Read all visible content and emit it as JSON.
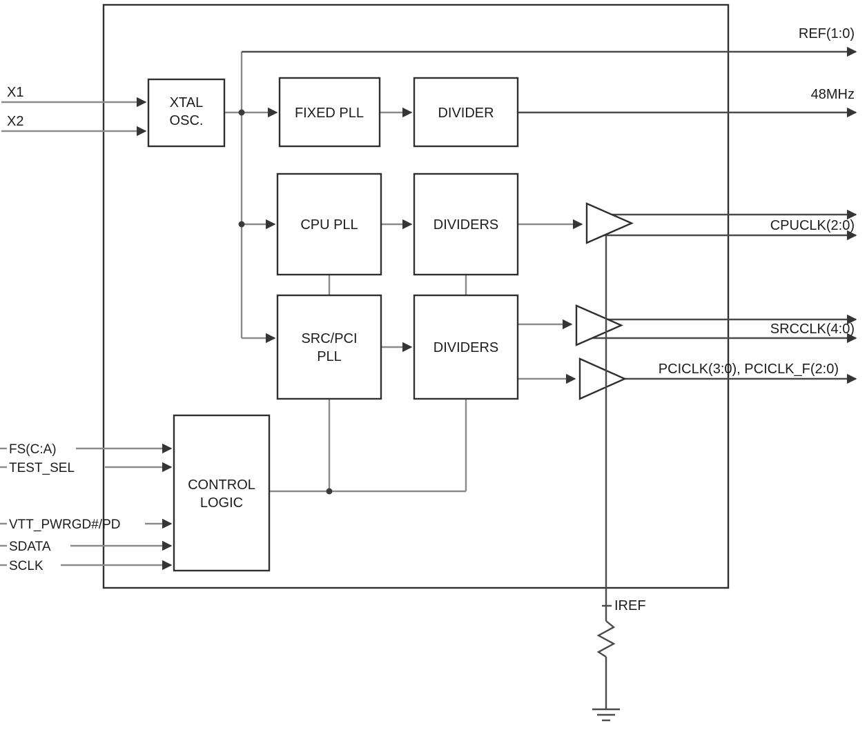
{
  "diagram": {
    "blocks": {
      "xtal_line1": "XTAL",
      "xtal_line2": "OSC.",
      "fixed_pll": "FIXED PLL",
      "divider": "DIVIDER",
      "cpu_pll": "CPU PLL",
      "dividers_cpu": "DIVIDERS",
      "src_pci_line1": "SRC/PCI",
      "src_pci_line2": "PLL",
      "dividers_src": "DIVIDERS",
      "control_line1": "CONTROL",
      "control_line2": "LOGIC"
    },
    "inputs": {
      "x1": "X1",
      "x2": "X2",
      "fs": "FS(C:A)",
      "test_sel": "TEST_SEL",
      "vtt": "VTT_PWRGD#/PD",
      "sdata": "SDATA",
      "sclk": "SCLK"
    },
    "outputs": {
      "ref": "REF(1:0)",
      "clk48": "48MHz",
      "cpuclk": "CPUCLK(2:0)",
      "srcclk": "SRCCLK(4:0)",
      "pciclk": "PCICLK(3:0), PCICLK_F(2:0)",
      "iref": "IREF"
    },
    "colors": {
      "line_dark": "#4a4a4a",
      "line_light": "#8a8a8a",
      "block_border": "#2f2f2f",
      "text": "#1c1c1c",
      "background": "#ffffff"
    }
  }
}
